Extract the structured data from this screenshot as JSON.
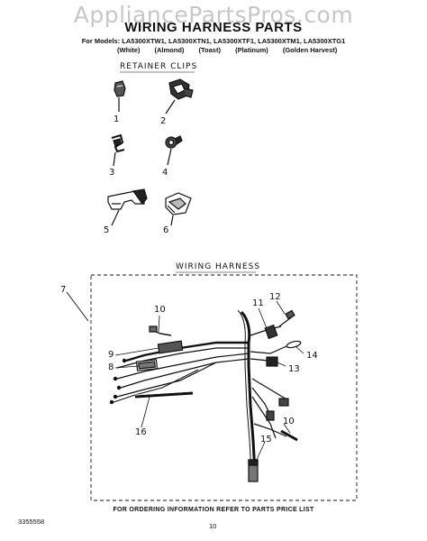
{
  "watermark": "AppliancePartsPros.com",
  "title": "WIRING HARNESS PARTS",
  "models_line": "For Models: LA5300XTW1, LA5300XTN1, LA5300XTF1, LA5300XTM1, LA5300XTG1",
  "color_names": [
    "(White)",
    "(Almond)",
    "(Toast)",
    "(Platinum)",
    "(Golden Harvest)"
  ],
  "sections": {
    "retainer_clips": "RETAINER CLIPS",
    "wiring_harness": "WIRING HARNESS"
  },
  "callouts": {
    "c1": "1",
    "c2": "2",
    "c3": "3",
    "c4": "4",
    "c5": "5",
    "c6": "6",
    "c7": "7",
    "c8": "8",
    "c9": "9",
    "c10a": "10",
    "c10b": "10",
    "c11": "11",
    "c12": "12",
    "c13": "13",
    "c14": "14",
    "c15": "15",
    "c16": "16"
  },
  "footer_text": "FOR ORDERING INFORMATION REFER TO PARTS PRICE LIST",
  "doc_part_number": "3355558",
  "page_number": "10"
}
